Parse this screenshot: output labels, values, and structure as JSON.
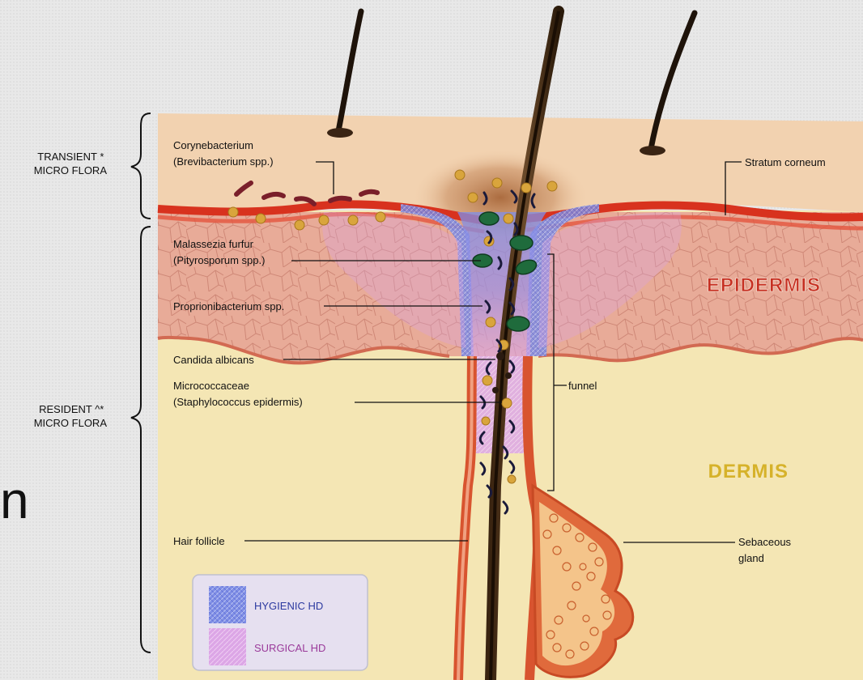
{
  "side_labels": {
    "transient": [
      "TRANSIENT *",
      "MICRO FLORA"
    ],
    "resident": [
      "RESIDENT ^*",
      "MICRO FLORA"
    ]
  },
  "margin_letter": "n",
  "labels": {
    "corynebacterium": [
      "Corynebacterium",
      "(Brevibacterium spp.)"
    ],
    "malassezia": [
      "Malassezia furfur",
      "(Pityrosporum spp.)"
    ],
    "proprionibacterium": "Proprionibacterium spp.",
    "candida": "Candida albicans",
    "micrococcaceae": [
      "Micrococcaceae",
      "(Staphylococcus epidermis)"
    ],
    "hair_follicle": "Hair follicle",
    "stratum_corneum": "Stratum corneum",
    "funnel": "funnel",
    "sebaceous": [
      "Sebaceous",
      "gland"
    ]
  },
  "regions": {
    "epidermis": "EPIDERMIS",
    "dermis": "DERMIS"
  },
  "legend": {
    "hygienic": "HYGIENIC HD",
    "surgical": "SURGICAL HD"
  },
  "colors": {
    "skin_surface": "#f2d2b0",
    "epidermis": "#e3a08e",
    "stratum_red": "#d8321e",
    "dermis": "#f4e6b4",
    "epidermis_text": "#c62f21",
    "dermis_text": "#d6b22a",
    "hygienic_fill": "#6f7fe0",
    "hygienic_text": "#2c3aa0",
    "surgical_fill": "#dca6e6",
    "surgical_text": "#9a3a9a",
    "hair": "#2a1a10",
    "coccus": "#d9a53c",
    "yeast": "#1f6b3c"
  }
}
